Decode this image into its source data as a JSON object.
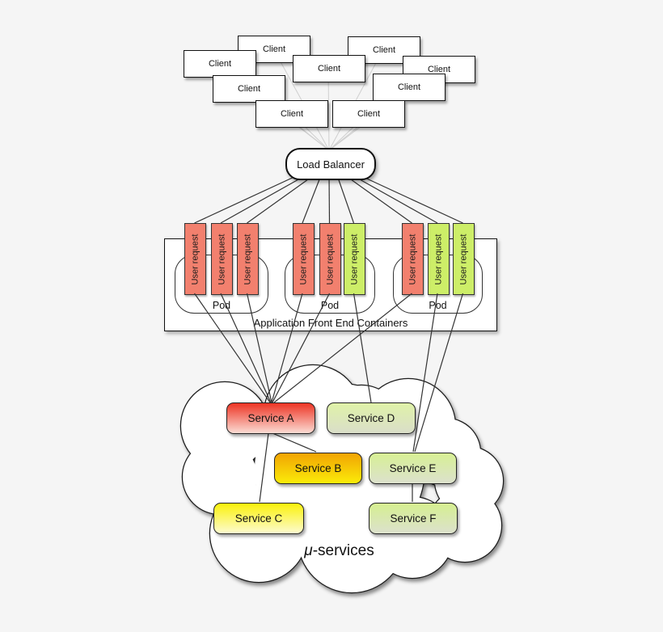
{
  "clients": [
    {
      "label": "Client"
    },
    {
      "label": "Client"
    },
    {
      "label": "Client"
    },
    {
      "label": "Client"
    },
    {
      "label": "Client"
    },
    {
      "label": "Client"
    },
    {
      "label": "Client"
    },
    {
      "label": "Client"
    },
    {
      "label": "Client"
    }
  ],
  "load_balancer": {
    "label": "Load Balancer"
  },
  "front_end": {
    "title": "Application Front End Containers",
    "pods": [
      {
        "label": "Pod",
        "bars": [
          {
            "label": "User request",
            "color": "#F2806E"
          },
          {
            "label": "User request",
            "color": "#F2806E"
          },
          {
            "label": "User request",
            "color": "#F2806E"
          }
        ]
      },
      {
        "label": "Pod",
        "bars": [
          {
            "label": "User request",
            "color": "#F2806E"
          },
          {
            "label": "User request",
            "color": "#F2806E"
          },
          {
            "label": "User request",
            "color": "#CDEE68"
          }
        ]
      },
      {
        "label": "Pod",
        "bars": [
          {
            "label": "User request",
            "color": "#F2806E"
          },
          {
            "label": "User request",
            "color": "#CDEE68"
          },
          {
            "label": "User request",
            "color": "#CDEE68"
          }
        ]
      }
    ]
  },
  "services": [
    {
      "name": "Service A",
      "gradient": {
        "top": "#ED3424",
        "bottom": "#FBDCD4"
      }
    },
    {
      "name": "Service B",
      "gradient": {
        "top": "#F1A303",
        "bottom": "#FBEC09"
      }
    },
    {
      "name": "Service C",
      "gradient": {
        "top": "#FAF10A",
        "bottom": "#FDFBD0"
      }
    },
    {
      "name": "Service D",
      "gradient": {
        "top": "#DFF2A8",
        "bottom": "#DADEC9"
      }
    },
    {
      "name": "Service E",
      "gradient": {
        "top": "#D7F094",
        "bottom": "#DCE1CD"
      }
    },
    {
      "name": "Service F",
      "gradient": {
        "top": "#D5EF90",
        "bottom": "#DCE1CD"
      }
    }
  ],
  "cloud": {
    "mu": "μ",
    "suffix": "-services"
  },
  "colors": {
    "background": "#f5f5f5",
    "client_line": "#cfcfcf",
    "connector_line": "#333333",
    "bar_red": "#F2806E",
    "bar_green": "#CDEE68",
    "box_fill": "#ffffff",
    "box_border": "#111111"
  },
  "edges": [
    {
      "from": "pod1.bar1",
      "to": "Service A"
    },
    {
      "from": "pod1.bar2",
      "to": "Service A"
    },
    {
      "from": "pod1.bar3",
      "to": "Service A"
    },
    {
      "from": "pod2.bar1",
      "to": "Service A"
    },
    {
      "from": "pod2.bar2",
      "to": "Service A"
    },
    {
      "from": "pod2.bar3",
      "to": "Service D"
    },
    {
      "from": "pod3.bar1",
      "to": "Service A"
    },
    {
      "from": "pod3.bar2",
      "to": "Service E"
    },
    {
      "from": "pod3.bar3",
      "to": "Service E"
    },
    {
      "from": "Service A",
      "to": "Service B"
    },
    {
      "from": "Service A",
      "to": "Service C"
    },
    {
      "from": "Service E",
      "to": "Service F"
    },
    {
      "from": "all clients",
      "to": "Load Balancer"
    },
    {
      "from": "Load Balancer",
      "to": "all user request bars"
    }
  ]
}
